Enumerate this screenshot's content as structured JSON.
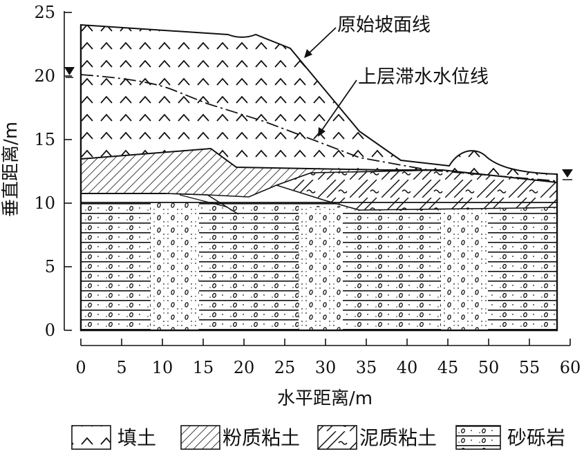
{
  "annotations": {
    "original_slope": "原始坡面线",
    "perched_water": "上层滞水水位线"
  },
  "axes": {
    "xlabel": "水平距离/m",
    "ylabel": "垂直距离/m",
    "x_ticks": [
      "0",
      "5",
      "10",
      "15",
      "20",
      "25",
      "30",
      "35",
      "40",
      "45",
      "50",
      "55",
      "60"
    ],
    "y_ticks": [
      "0",
      "5",
      "10",
      "15",
      "20",
      "25"
    ]
  },
  "legend": {
    "fill": "填土",
    "silty_clay": "粉质粘土",
    "muddy_clay": "泥质粘土",
    "gravel_rock": "砂砾岩"
  },
  "colors": {
    "line": "#111111",
    "background": "#ffffff"
  }
}
